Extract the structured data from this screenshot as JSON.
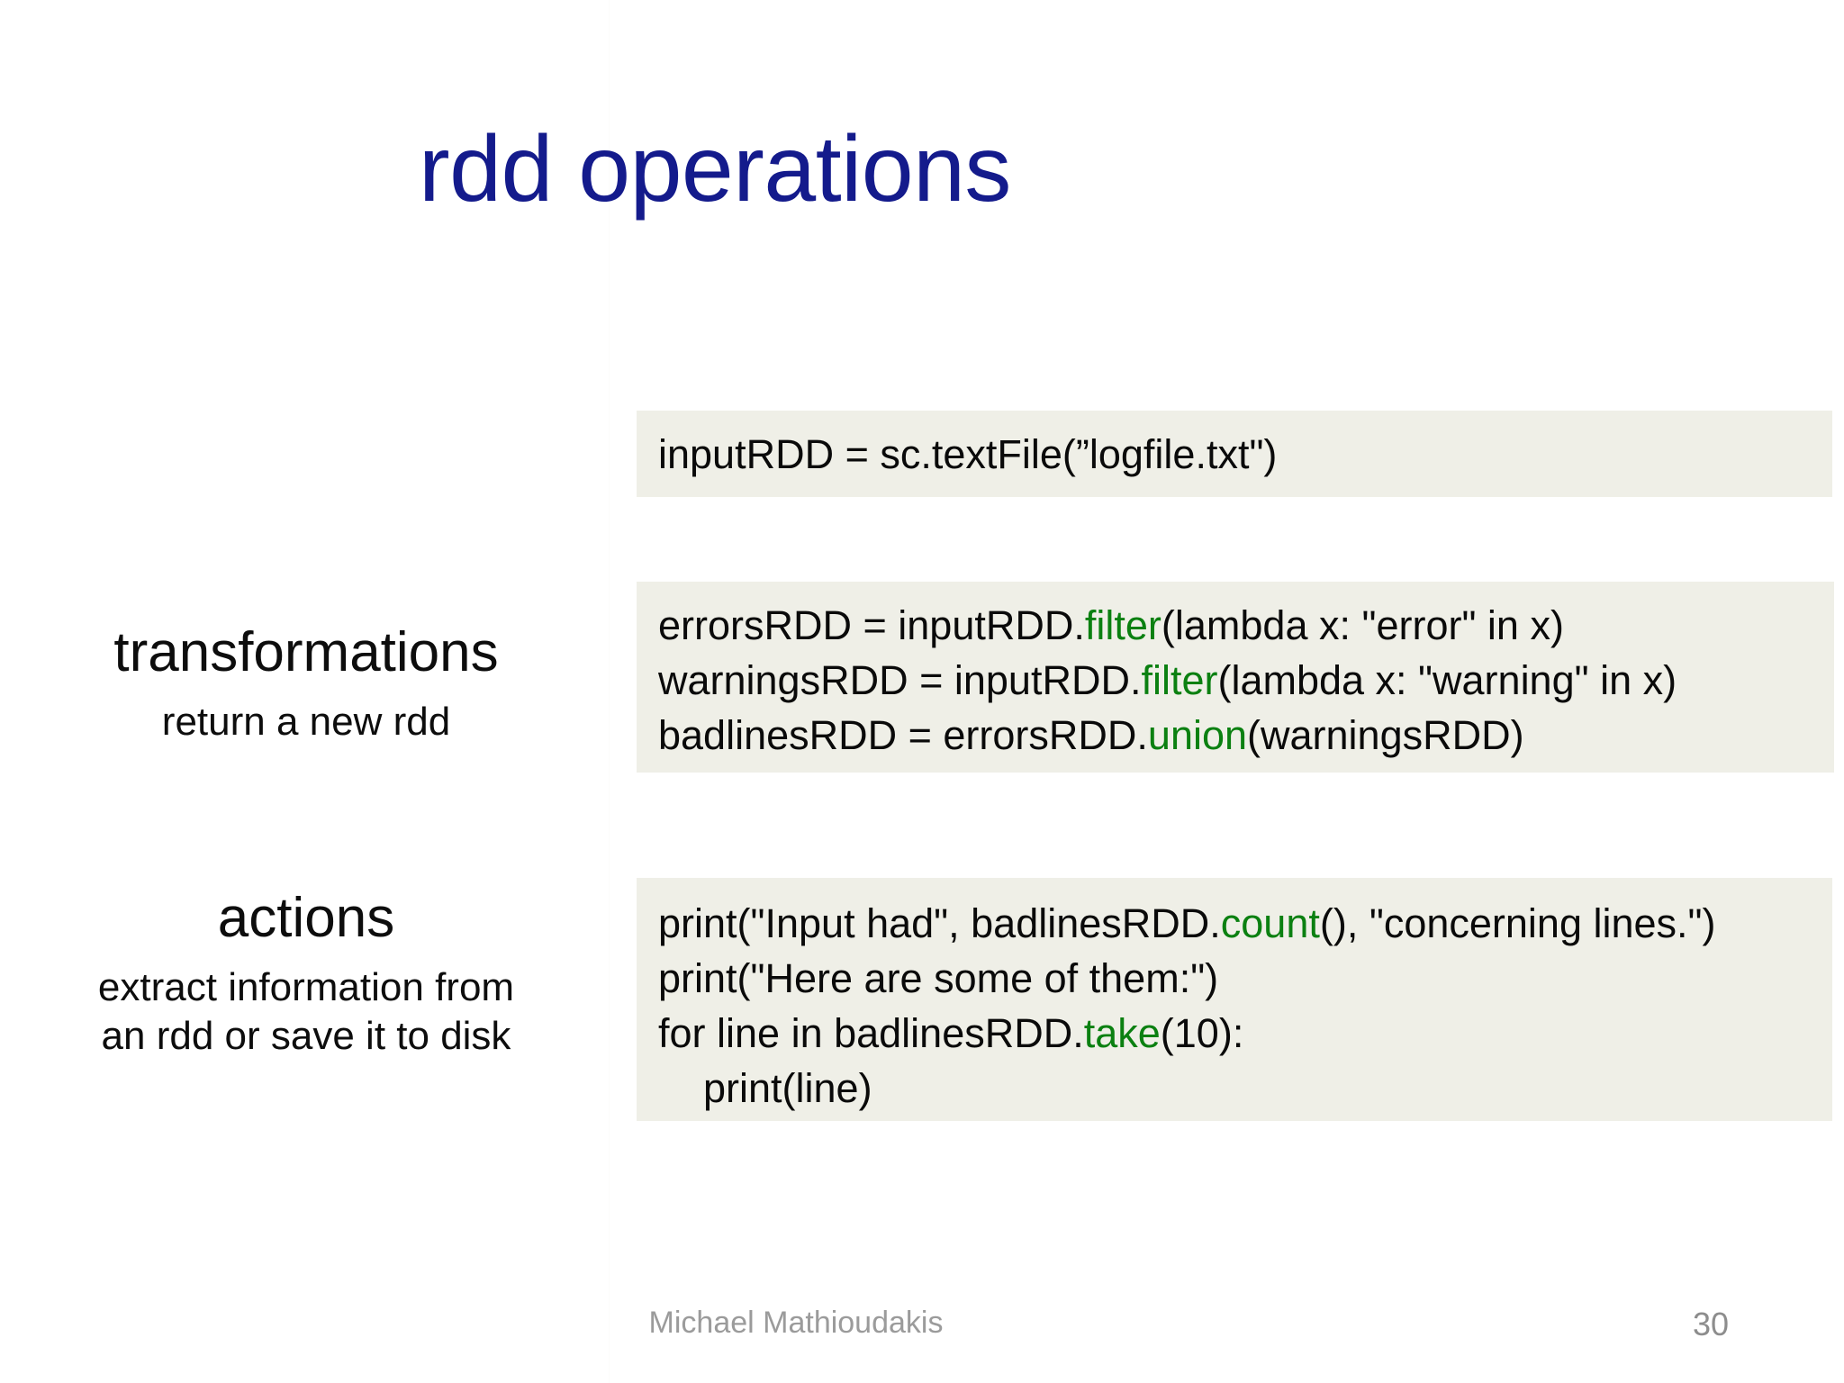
{
  "slide": {
    "title": "rdd operations",
    "background_color": "#ffffff",
    "title_color": "#141B8C",
    "code_block_background": "#EFEFE7",
    "method_highlight_color": "#0B8011"
  },
  "concepts": [
    {
      "heading": "transformations",
      "subtitle": "return a new rdd"
    },
    {
      "heading": "actions",
      "subtitle_line_1": "extract information from",
      "subtitle_line_2": "an rdd or save it to disk"
    }
  ],
  "code_blocks": [
    {
      "id": "code-1",
      "lines": [
        {
          "segments": [
            {
              "text": "inputRDD = sc.textFile(”logfile.txt\")",
              "style": "plain"
            }
          ]
        }
      ]
    },
    {
      "id": "code-2",
      "lines": [
        {
          "segments": [
            {
              "text": "errorsRDD = inputRDD.",
              "style": "plain"
            },
            {
              "text": "filter",
              "style": "method"
            },
            {
              "text": "(lambda x: \"error\" in x)",
              "style": "plain"
            }
          ]
        },
        {
          "segments": [
            {
              "text": "warningsRDD = inputRDD.",
              "style": "plain"
            },
            {
              "text": "filter",
              "style": "method"
            },
            {
              "text": "(lambda x: \"warning\" in x)",
              "style": "plain"
            }
          ]
        },
        {
          "segments": [
            {
              "text": "badlinesRDD = errorsRDD.",
              "style": "plain"
            },
            {
              "text": "union",
              "style": "method"
            },
            {
              "text": "(warningsRDD)",
              "style": "plain"
            }
          ]
        }
      ]
    },
    {
      "id": "code-3",
      "lines": [
        {
          "segments": [
            {
              "text": "print(\"Input had\", badlinesRDD.",
              "style": "plain"
            },
            {
              "text": "count",
              "style": "method"
            },
            {
              "text": "(), \"concerning lines.\")",
              "style": "plain"
            }
          ]
        },
        {
          "segments": [
            {
              "text": "print(\"Here are some of them:\")",
              "style": "plain"
            }
          ]
        },
        {
          "segments": [
            {
              "text": "for line in badlinesRDD.",
              "style": "plain"
            },
            {
              "text": "take",
              "style": "method"
            },
            {
              "text": "(10):",
              "style": "plain"
            }
          ]
        },
        {
          "segments": [
            {
              "text": "    print(line)",
              "style": "plain"
            }
          ]
        }
      ]
    }
  ],
  "footer": {
    "author": "Michael Mathioudakis",
    "page_number": "30"
  }
}
